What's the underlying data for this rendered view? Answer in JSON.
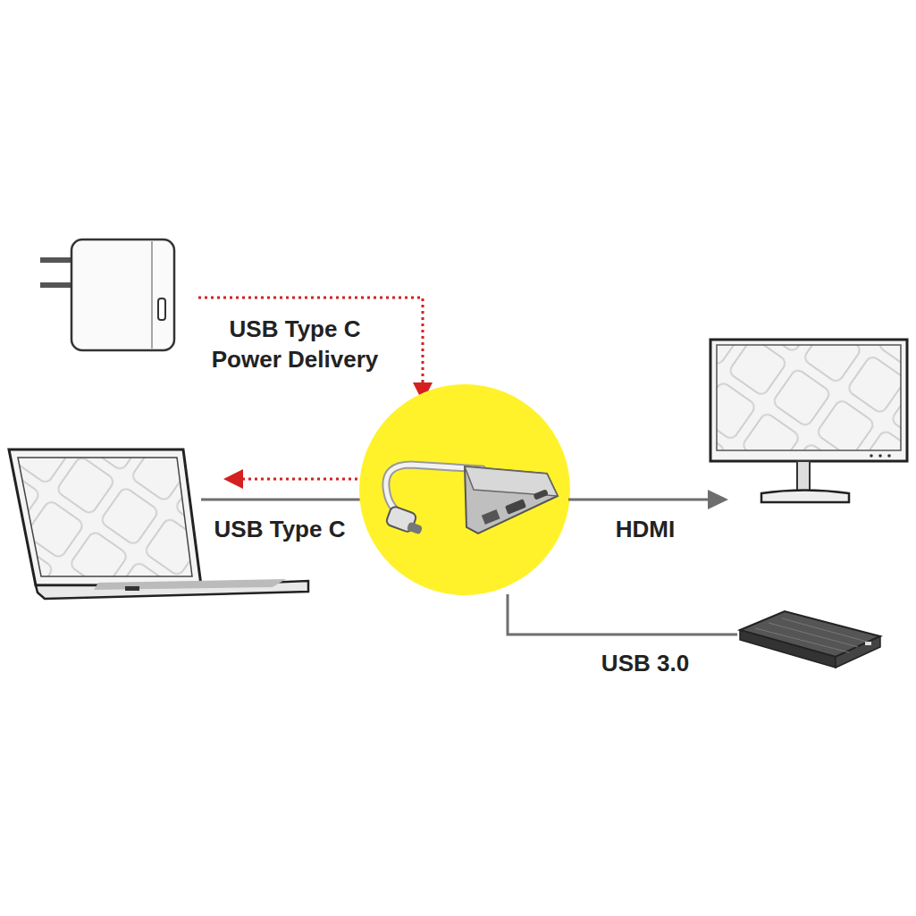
{
  "diagram": {
    "labels": [
      "USB Type C Power Delivery",
      "USB Type C",
      "HDMI",
      "USB 3.0"
    ]
  }
}
